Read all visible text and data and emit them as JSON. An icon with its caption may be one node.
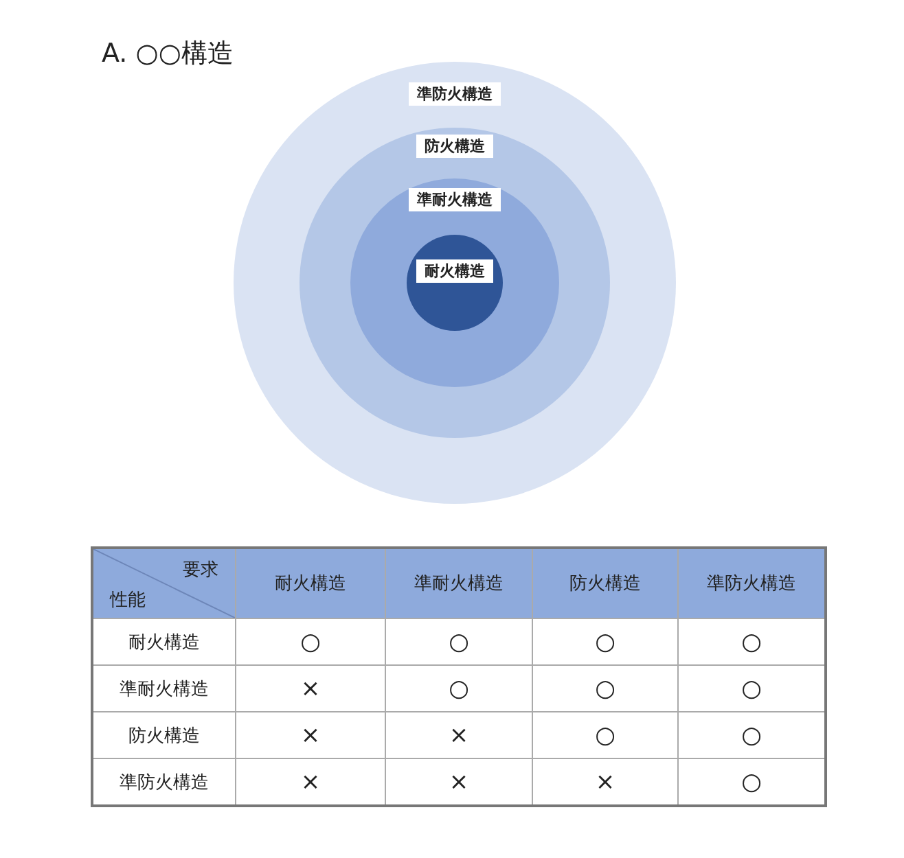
{
  "diagram": {
    "title": "A. ○○構造",
    "nodes": [
      {
        "text": [
          "準防火構造"
        ]
      },
      {
        "text": [
          "防火構造"
        ],
        "in": 0
      },
      {
        "text": [
          "準耐火構造"
        ],
        "in": 1
      },
      {
        "text": [
          "耐火構造"
        ],
        "in": 2
      }
    ],
    "labels": [
      "要求",
      "性能",
      "耐火構造",
      "準耐火構造",
      "防火構造",
      "準防火構造",
      "耐火構造",
      "○",
      "○",
      "○",
      "○",
      "準耐火構造",
      "×",
      "○",
      "○",
      "○",
      "防火構造",
      "×",
      "×",
      "○",
      "○",
      "準防火構造",
      "×",
      "×",
      "×",
      "○"
    ]
  }
}
